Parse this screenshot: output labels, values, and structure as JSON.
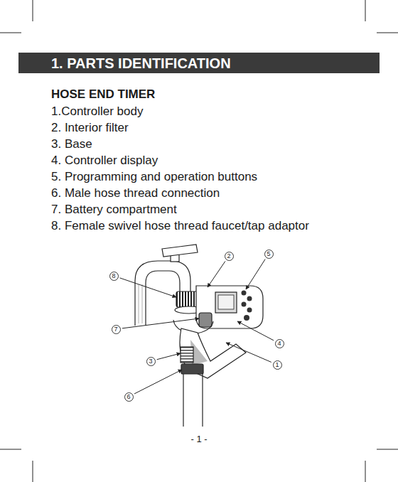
{
  "diagram": {
    "title": "1. PARTS IDENTIFICATION",
    "nodes": [
      {
        "text": [
          "2"
        ]
      },
      {
        "text": [
          "5"
        ]
      },
      {
        "text": [
          "8"
        ]
      },
      {
        "text": [
          "7"
        ]
      },
      {
        "text": [
          "4"
        ]
      },
      {
        "text": [
          "3"
        ]
      },
      {
        "text": [
          "1"
        ]
      },
      {
        "text": [
          "6"
        ]
      }
    ],
    "labels": [
      "HOSE END TIMER",
      "1.Controller body",
      "2. Interior filter",
      "3. Base",
      "4. Controller display",
      "5. Programming and operation buttons",
      "6. Male hose thread connection",
      "7. Battery compartment",
      "8. Female swivel hose thread faucet/tap adaptor",
      "- 1 -"
    ]
  }
}
